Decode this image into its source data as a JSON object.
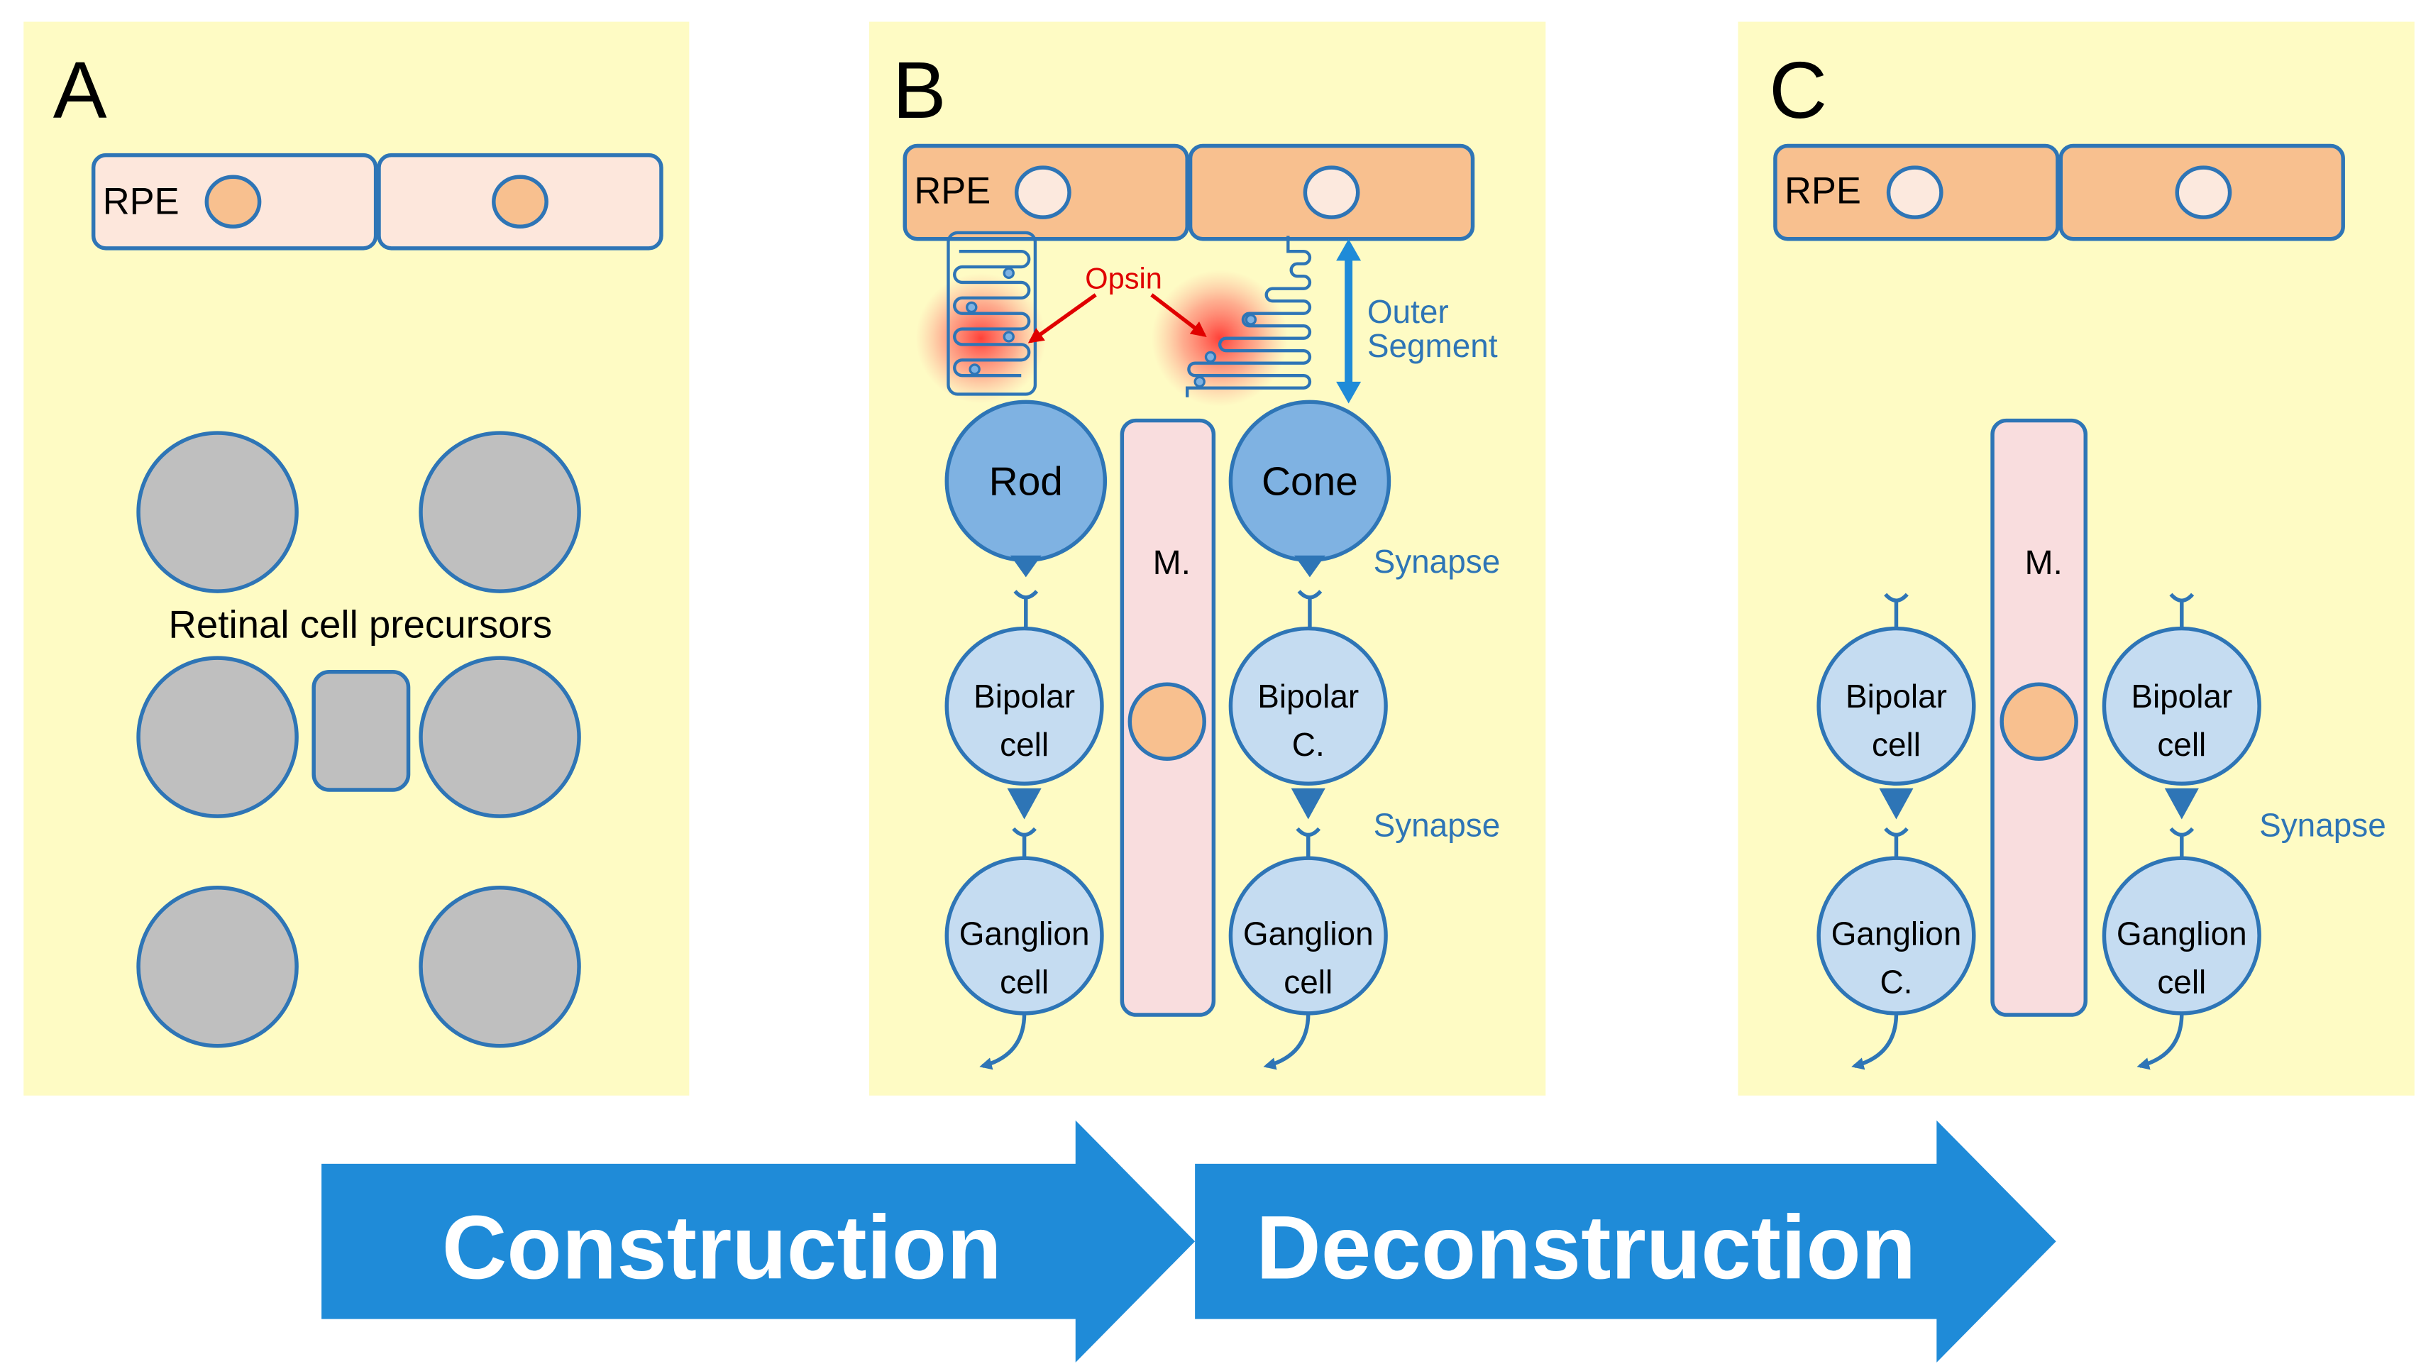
{
  "panels": {
    "a": {
      "letter": "A",
      "rpe_label": "RPE",
      "precursors_label": "Retinal cell precursors"
    },
    "b": {
      "letter": "B",
      "rpe_label": "RPE",
      "opsin_label": "Opsin",
      "outer_segment_line1": "Outer",
      "outer_segment_line2": "Segment",
      "rod_label": "Rod",
      "cone_label": "Cone",
      "muller_label": "M.",
      "synapse_upper": "Synapse",
      "synapse_lower": "Synapse",
      "bipolar_left_line1": "Bipolar",
      "bipolar_left_line2": "cell",
      "bipolar_right_line1": "Bipolar",
      "bipolar_right_line2": "C.",
      "ganglion_left_line1": "Ganglion",
      "ganglion_left_line2": "cell",
      "ganglion_right_line1": "Ganglion",
      "ganglion_right_line2": "cell"
    },
    "c": {
      "letter": "C",
      "rpe_label": "RPE",
      "muller_label": "M.",
      "synapse_label": "Synapse",
      "bipolar_left_line1": "Bipolar",
      "bipolar_left_line2": "cell",
      "bipolar_right_line1": "Bipolar",
      "bipolar_right_line2": "cell",
      "ganglion_left_line1": "Ganglion",
      "ganglion_left_line2": "C.",
      "ganglion_right_line1": "Ganglion",
      "ganglion_right_line2": "cell"
    }
  },
  "arrows": {
    "construction_label": "Construction",
    "deconstruction_label": "Deconstruction"
  },
  "colors": {
    "panel_bg": "#FEFBC4",
    "rpe_light": "#FDE7DC",
    "rpe_orange": "#F8C08F",
    "nucleus_orange": "#F8C08F",
    "nucleus_pale": "#FCE9DE",
    "cell_outline": "#2E75B6",
    "precursor_gray": "#BFBFBF",
    "photoreceptor_blue": "#7FB2E2",
    "neuron_light_blue": "#C5DCF1",
    "muller_pink": "#F9DDDE",
    "accent_blue": "#1F8BD8",
    "label_blue": "#2E75B6",
    "opsin_red": "#E00000"
  }
}
